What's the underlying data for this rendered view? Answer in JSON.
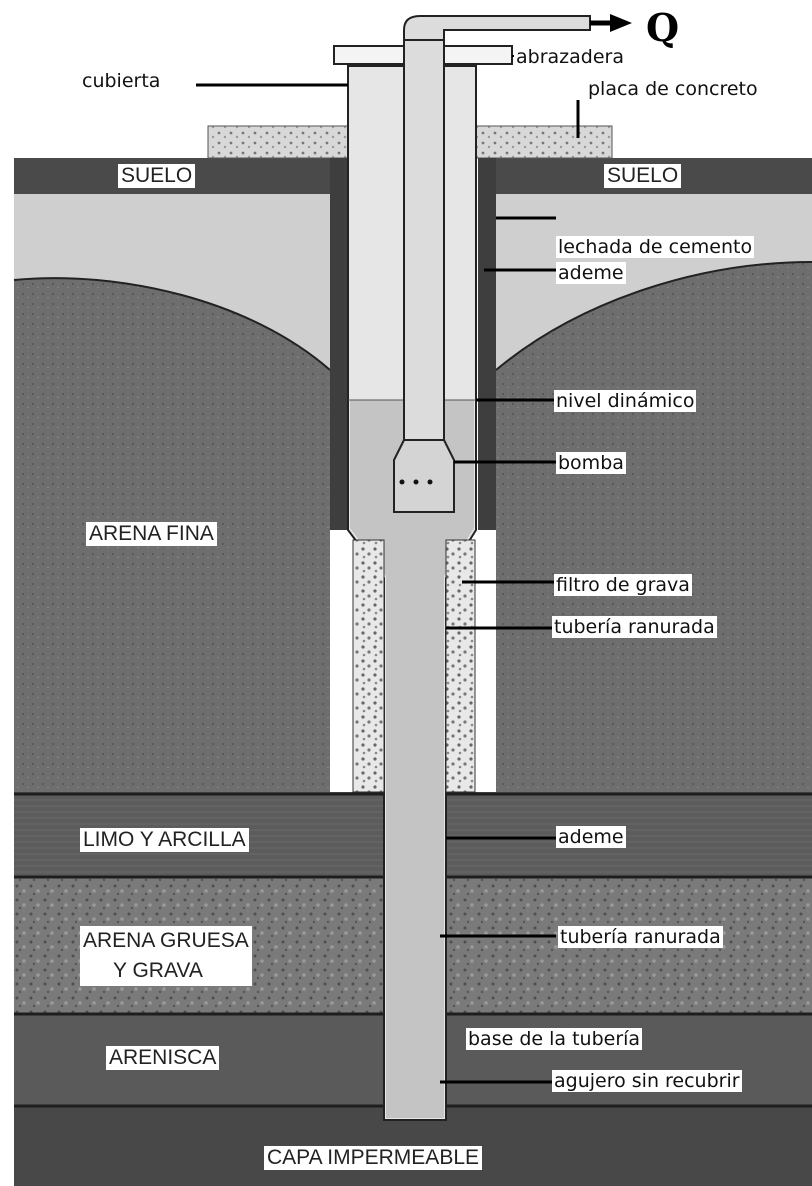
{
  "flow_symbol": "Q",
  "strata": {
    "suelo_left": "SUELO",
    "suelo_right": "SUELO",
    "arena_fina": "ARENA FINA",
    "limo_arcilla": "LIMO Y ARCILLA",
    "arena_gruesa_1": "ARENA GRUESA",
    "arena_gruesa_2": "Y GRAVA",
    "arenisca": "ARENISCA",
    "capa_impermeable": "CAPA IMPERMEABLE"
  },
  "callouts": {
    "cubierta": "cubierta",
    "abrazadera": "abrazadera",
    "placa": "placa de concreto",
    "lechada": "lechada de cemento",
    "ademe_top": "ademe",
    "nivel": "nivel dinámico",
    "bomba": "bomba",
    "filtro": "filtro de grava",
    "tuberia_1": "tubería ranurada",
    "ademe_mid": "ademe",
    "tuberia_2": "tubería ranurada",
    "base": "base de la tubería",
    "agujero": "agujero sin recubrir"
  },
  "colors": {
    "soil_dark": "#4a4a4a",
    "fine_sand": "#6e6e6e",
    "light_fill": "#cfcfcf",
    "casing": "#e6e6e6",
    "water": "#c4c4c4",
    "silt": "#5c5c5c",
    "coarse_sand": "#7a7a7a",
    "sandstone": "#5a5a5a",
    "impermeable": "#484848"
  }
}
